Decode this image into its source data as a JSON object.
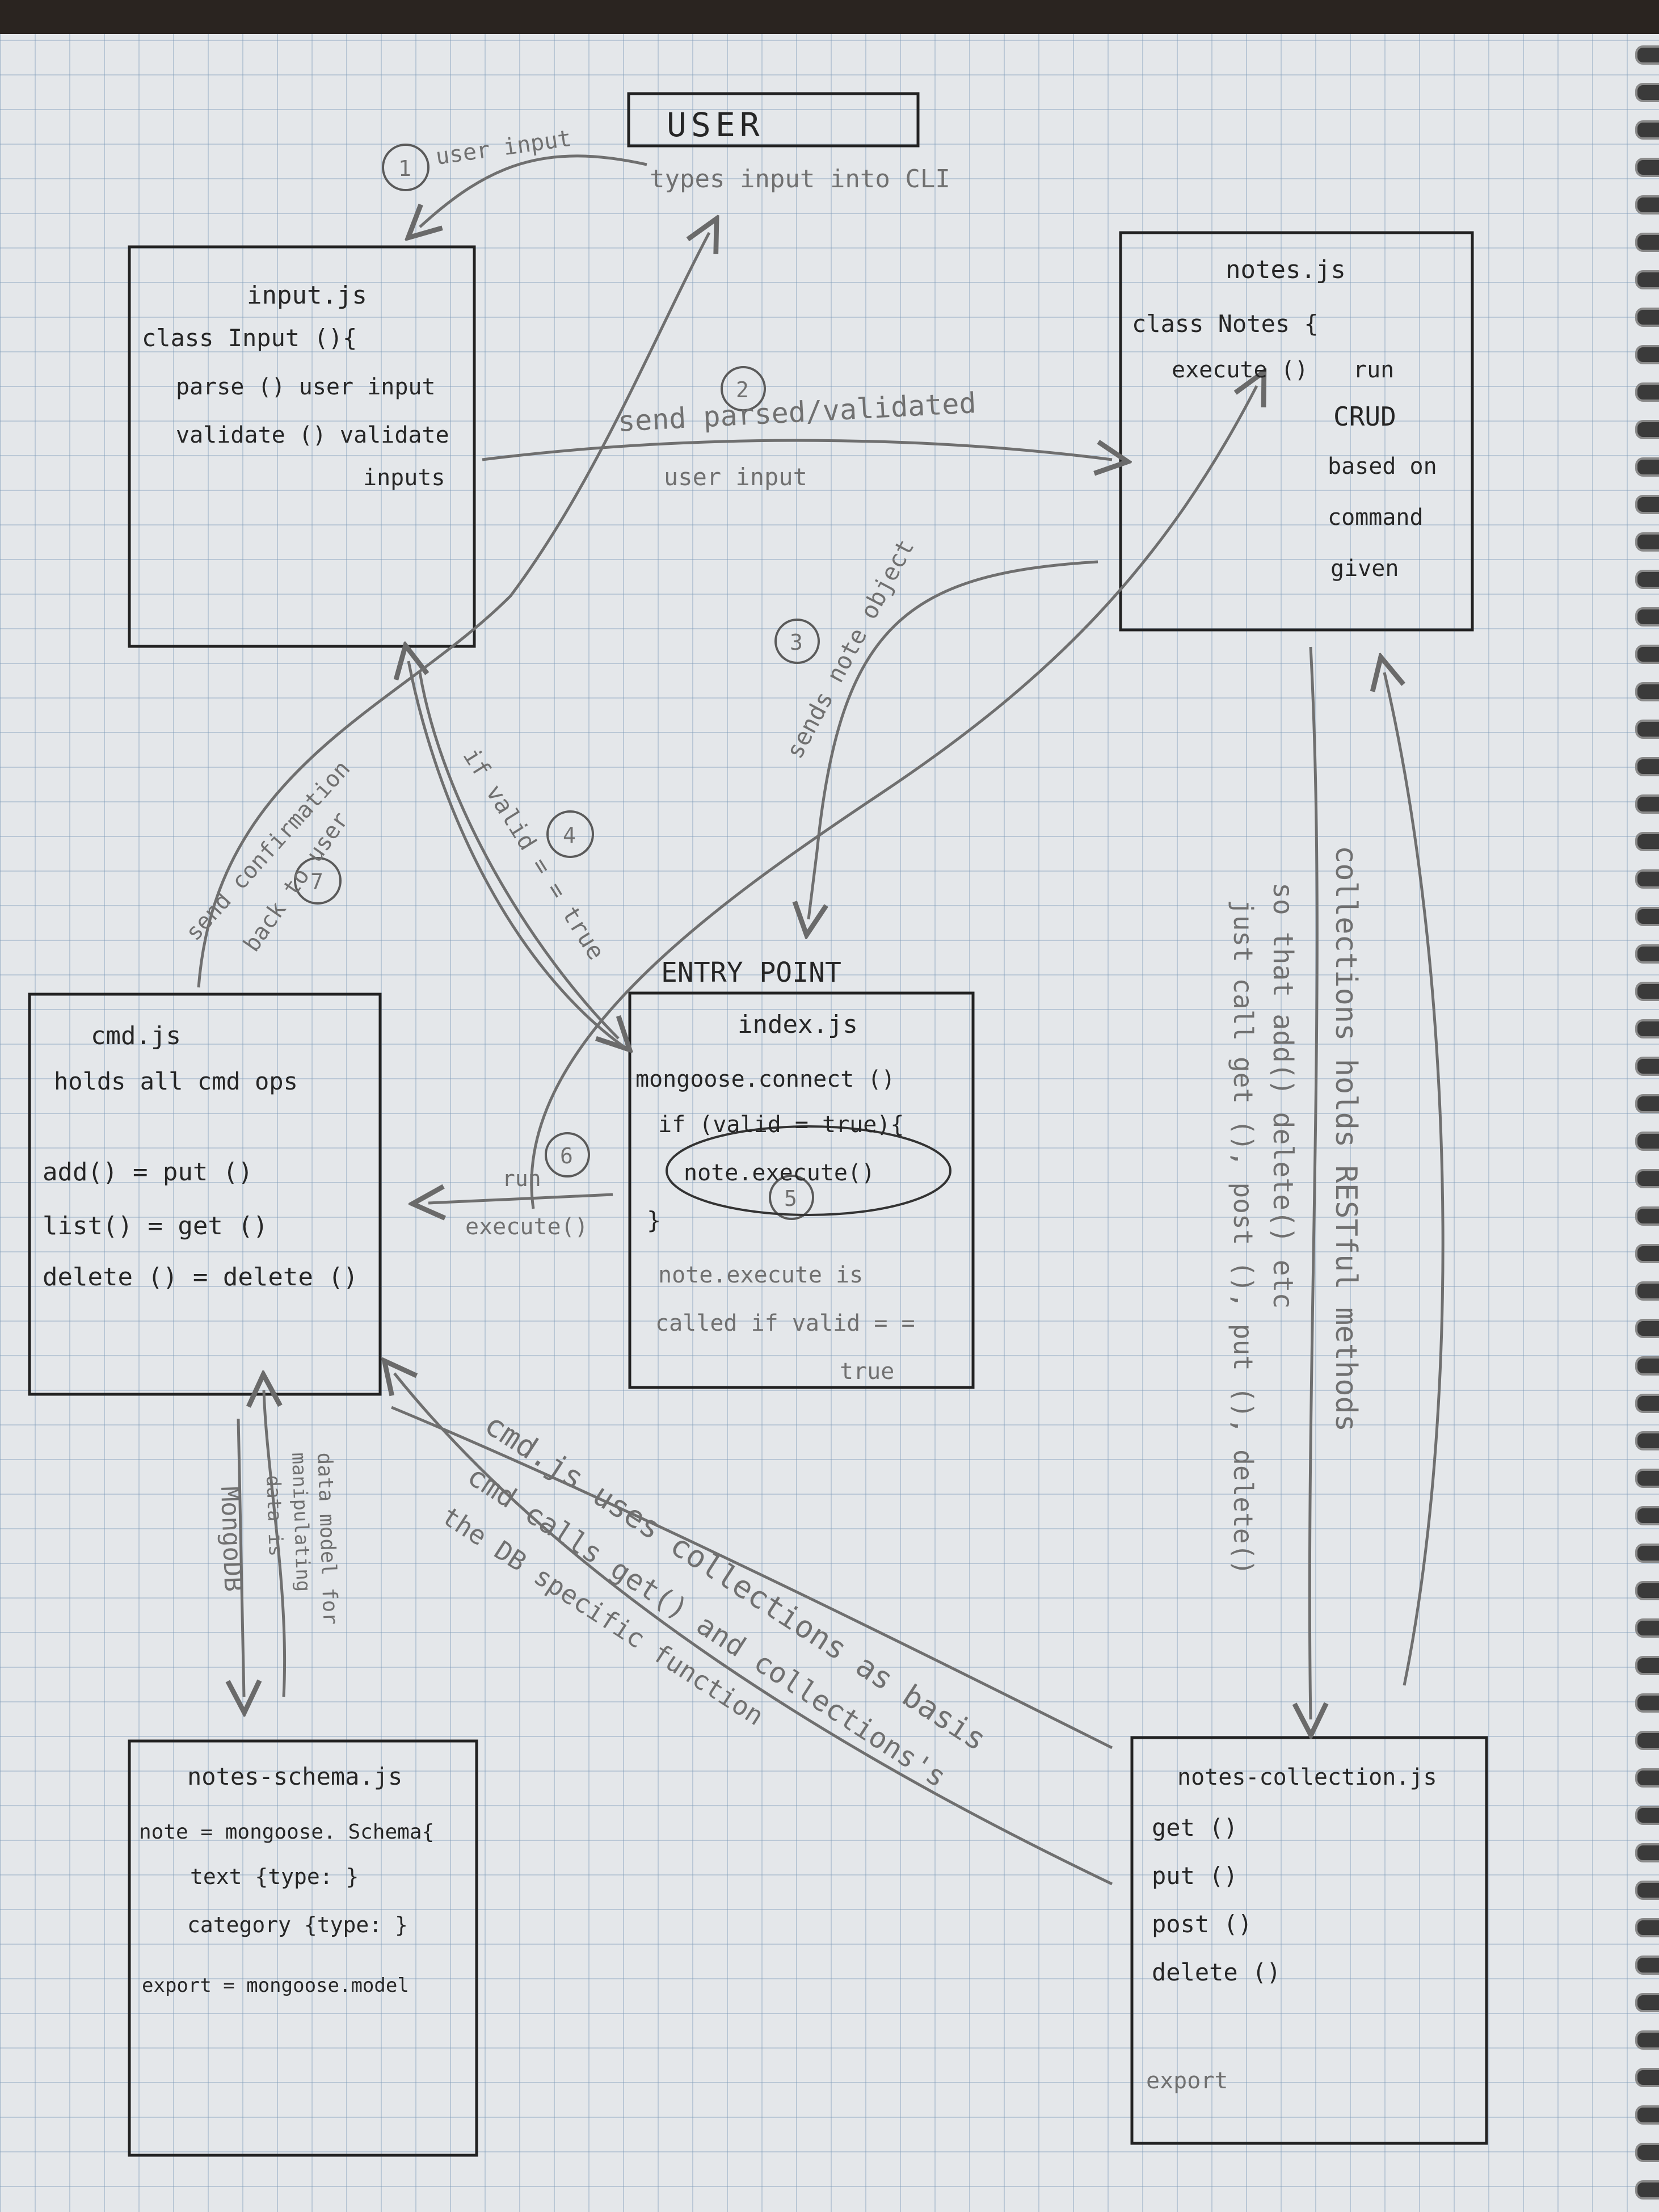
{
  "user_box": {
    "title": "USER",
    "action": "types input into CLI"
  },
  "input_box": {
    "file": "input.js",
    "lines": [
      "class Input (){",
      "parse () user input",
      "validate () validate",
      "inputs"
    ]
  },
  "notes_box": {
    "file": "notes.js",
    "lines": [
      "class Notes {",
      "execute ()"
    ],
    "side": [
      "run",
      "CRUD",
      "based on",
      "command",
      "given"
    ]
  },
  "entry": {
    "heading": "ENTRY POINT",
    "file": "index.js",
    "lines": [
      "mongoose.connect ()",
      "if (valid = true){",
      "note.execute()",
      "}"
    ],
    "note": [
      "note.execute is",
      "called if valid = =",
      "true"
    ]
  },
  "cmd_box": {
    "file": "cmd.js",
    "desc": "holds all cmd ops",
    "lines": [
      "add() = put ()",
      "list() = get ()",
      "delete () = delete ()"
    ]
  },
  "schema_box": {
    "file": "notes-schema.js",
    "lines": [
      "note = mongoose. Schema{",
      "text {type: }",
      "category {type: }",
      "export = mongoose.model"
    ]
  },
  "collection_box": {
    "file": "notes-collection.js",
    "lines": [
      "get ()",
      "put ()",
      "post ()",
      "delete ()"
    ],
    "footer": "export"
  },
  "steps": [
    "1",
    "2",
    "3",
    "4",
    "5",
    "6",
    "7"
  ],
  "annotations": {
    "user_input": "user input",
    "send_parsed": "send parsed/validated",
    "send_parsed_2": "user input",
    "sends_note": "sends note object",
    "if_valid": "if valid = = true",
    "send_conf": "send confirmation",
    "back_to_user": "back to user",
    "run": "run",
    "run_exec": "execute()",
    "collections_rest": "collections holds RESTful methods",
    "so_that": "so that add() delete() etc",
    "just_call": "just call get (), post (), put (), delete()",
    "cmd_uses": "cmd.js uses collections as basis",
    "cmd_calls": "cmd calls get() and collections's",
    "db_specific": "the DB specific function",
    "data_model": "data model for",
    "manipulating": "manipulating",
    "data_is": "data is",
    "mongodb": "MongoDB"
  }
}
